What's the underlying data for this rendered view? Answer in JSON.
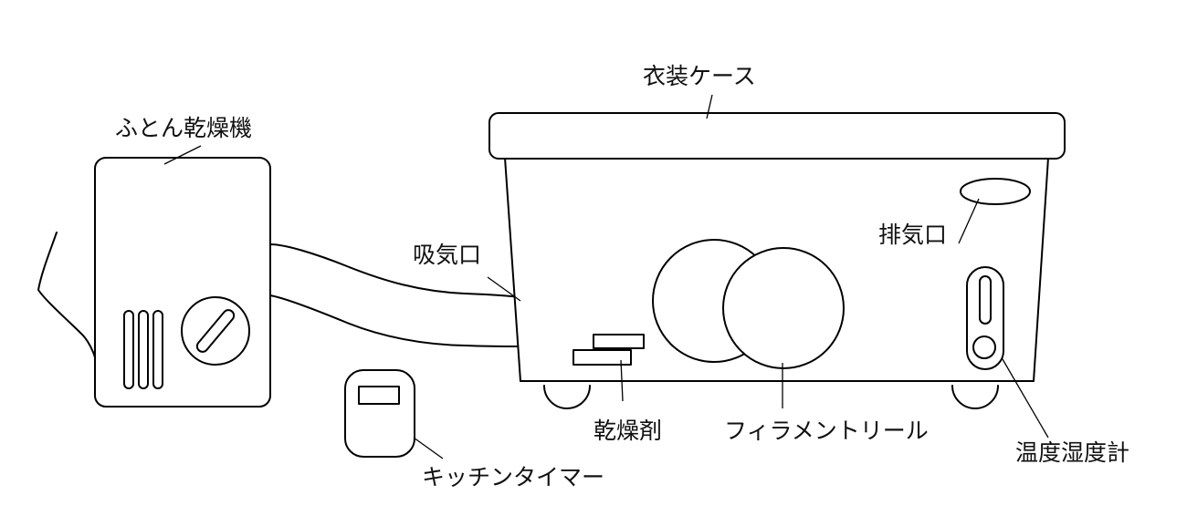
{
  "labels": {
    "futon_dryer": "ふとん乾燥機",
    "clothes_case": "衣装ケース",
    "intake": "吸気口",
    "exhaust": "排気口",
    "desiccant": "乾燥剤",
    "filament_reel": "フィラメントリール",
    "thermo_hygrometer": "温度湿度計",
    "kitchen_timer": "キッチンタイマー"
  }
}
